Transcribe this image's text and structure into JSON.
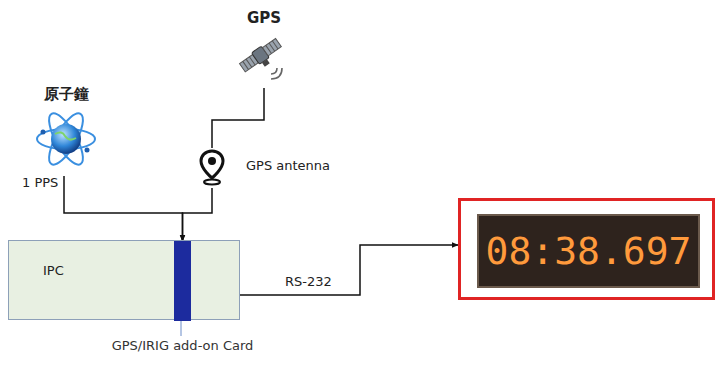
{
  "diagram": {
    "nodes": [
      {
        "text": [
          "原子鐘"
        ]
      },
      {
        "text": [
          "GPS"
        ]
      },
      {
        "text": [
          "GPS antenna"
        ]
      },
      {
        "text": [
          "IPC"
        ]
      },
      {
        "text": [
          "GPS/IRIG add-on Card"
        ],
        "in": 3
      },
      {
        "text": [
          "08:38.697"
        ]
      }
    ],
    "edges": [
      {
        "from": 0,
        "to": 4,
        "label": "1 PPS",
        "arrow": "to"
      },
      {
        "from": 1,
        "to": 2,
        "arrow": "none"
      },
      {
        "from": 2,
        "to": 4,
        "arrow": "to"
      },
      {
        "from": 3,
        "to": 5,
        "label": "RS-232",
        "arrow": "to"
      }
    ]
  }
}
